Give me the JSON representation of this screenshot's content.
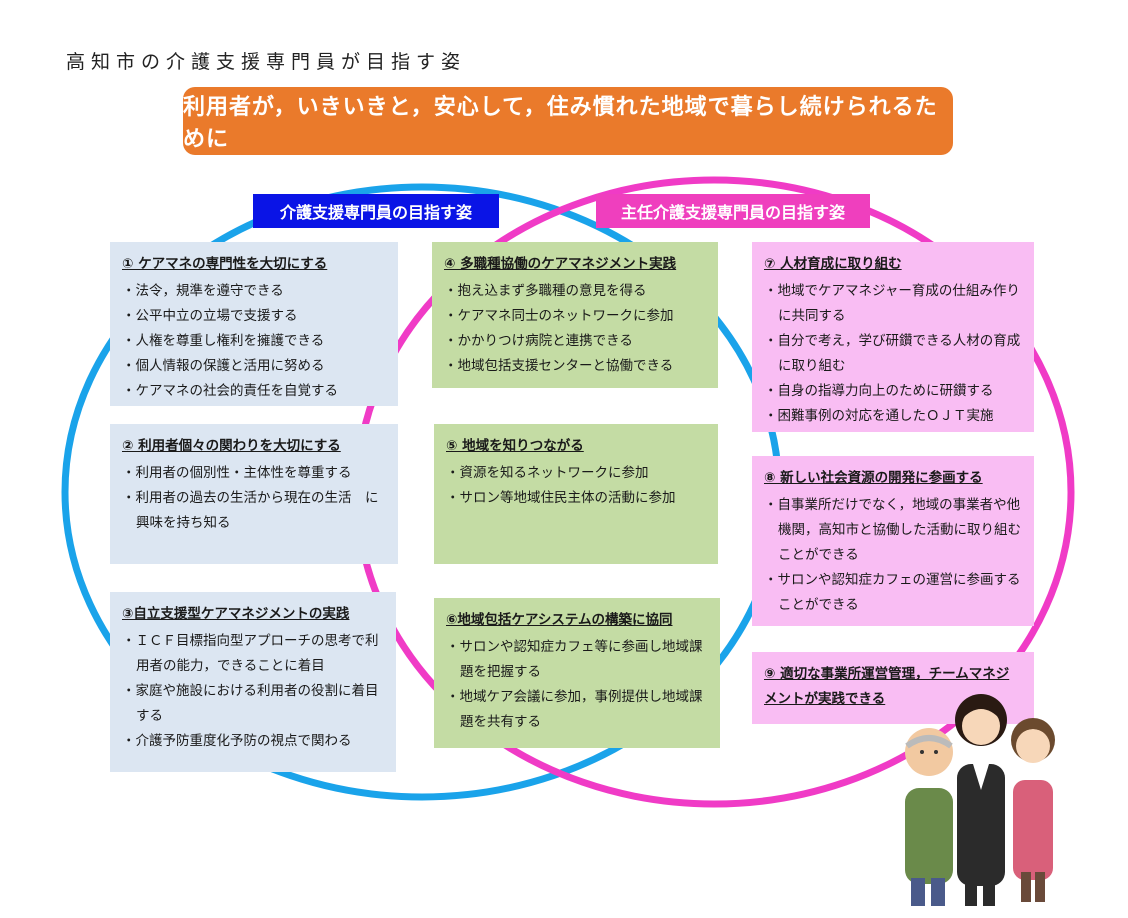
{
  "title": "高知市の介護支援専門員が目指す姿",
  "banner": "利用者が，いきいきと，安心して，住み慣れた地域で暮らし続けられるために",
  "circles": {
    "left_label": "介護支援専門員の目指す姿",
    "right_label": "主任介護支援専門員の目指す姿",
    "left_color": "#1aa3ea",
    "right_color": "#f03bc6"
  },
  "colors": {
    "banner": "#ea7a2b",
    "blue_box": "#dce6f2",
    "green_box": "#c4dca4",
    "pink_box": "#f9bdf3"
  },
  "boxes": {
    "b1": {
      "heading": "① ケアマネの専門性を大切にする",
      "items": [
        "・法令，規準を遵守できる",
        "・公平中立の立場で支援する",
        "・人権を尊重し権利を擁護できる",
        "・個人情報の保護と活用に努める",
        "・ケアマネの社会的責任を自覚する"
      ]
    },
    "b2": {
      "heading": "② 利用者個々の関わりを大切にする",
      "items": [
        "・利用者の個別性・主体性を尊重する",
        "・利用者の過去の生活から現在の生活　に興味を持ち知る"
      ]
    },
    "b3": {
      "heading": "③自立支援型ケアマネジメントの実践",
      "items": [
        "・ＩＣＦ目標指向型アプローチの思考で利用者の能力，できることに着目",
        "・家庭や施設における利用者の役割に着目する",
        "・介護予防重度化予防の視点で関わる"
      ]
    },
    "b4": {
      "heading": "④ 多職種協働のケアマネジメント実践",
      "items": [
        "・抱え込まず多職種の意見を得る",
        "・ケアマネ同士のネットワークに参加",
        "・かかりつけ病院と連携できる",
        "・地域包括支援センターと協働できる"
      ]
    },
    "b5": {
      "heading": "⑤ 地域を知りつながる",
      "items": [
        "・資源を知るネットワークに参加",
        "・サロン等地域住民主体の活動に参加"
      ]
    },
    "b6": {
      "heading": "⑥地域包括ケアシステムの構築に協同",
      "items": [
        "・サロンや認知症カフェ等に参画し地域課題を把握する",
        "・地域ケア会議に参加，事例提供し地域課題を共有する"
      ]
    },
    "b7": {
      "heading": "⑦ 人材育成に取り組む",
      "items": [
        "・地域でケアマネジャー育成の仕組み作りに共同する",
        "・自分で考え，学び研鑽できる人材の育成に取り組む",
        "・自身の指導力向上のために研鑽する",
        "・困難事例の対応を通したＯＪＴ実施"
      ]
    },
    "b8": {
      "heading": "⑧ 新しい社会資源の開発に参画する",
      "items": [
        "・自事業所だけでなく，地域の事業者や他機関，高知市と協働した活動に取り組むことができる",
        "・サロンや認知症カフェの運営に参画することができる"
      ]
    },
    "b9": {
      "heading": "⑨ 適切な事業所運営管理，チームマネジメントが実践できる",
      "items": []
    }
  }
}
